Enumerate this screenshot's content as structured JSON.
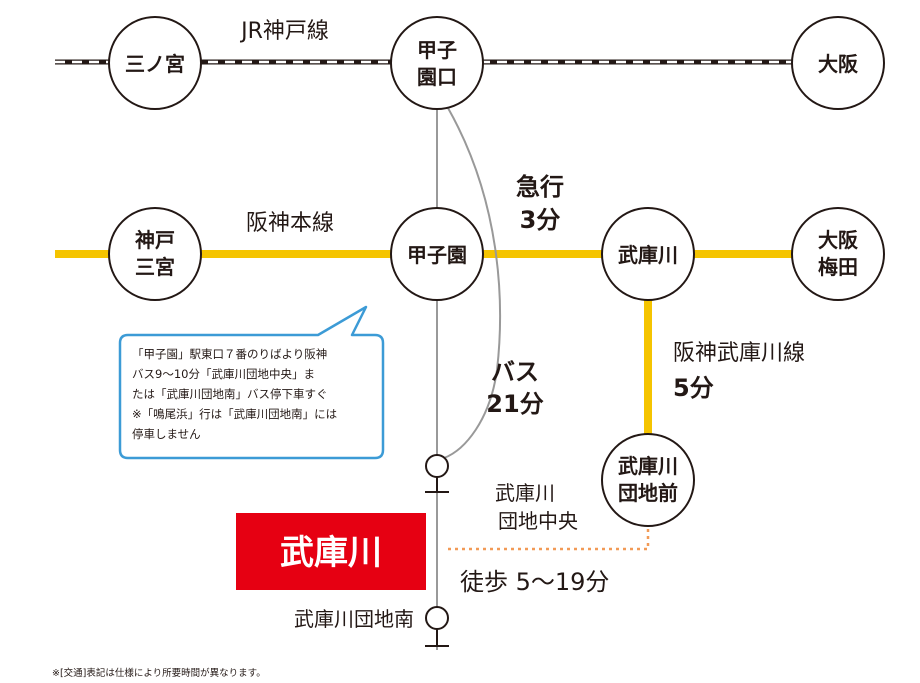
{
  "lines": {
    "jr": {
      "label": "JR神戸線"
    },
    "hanshin": {
      "label": "阪神本線"
    },
    "mukogawa": {
      "label": "阪神武庫川線",
      "time": "5分"
    },
    "express": {
      "label": "急行",
      "time": "3分"
    },
    "bus": {
      "label": "バス",
      "time": "21分"
    }
  },
  "stations": {
    "sannomiya": {
      "lines": [
        "三ノ宮"
      ]
    },
    "koshienguchi": {
      "lines": [
        "甲子",
        "園口"
      ]
    },
    "osaka": {
      "lines": [
        "大阪"
      ]
    },
    "kobe_sannomiya": {
      "lines": [
        "神戸",
        "三宮"
      ]
    },
    "koshien": {
      "lines": [
        "甲子園"
      ]
    },
    "mukogawa": {
      "lines": [
        "武庫川"
      ]
    },
    "osaka_umeda": {
      "lines": [
        "大阪",
        "梅田"
      ]
    },
    "mukogawa_danchimae": {
      "lines": [
        "武庫川",
        "団地前"
      ]
    }
  },
  "bus_stops": {
    "chuo": {
      "lines": [
        "武庫川",
        "団地中央"
      ]
    },
    "minami": {
      "label": "武庫川団地南"
    }
  },
  "destination": {
    "label": "武庫川"
  },
  "walk": {
    "label": "徒歩 5〜19分"
  },
  "note": {
    "lines": [
      "「甲子園」駅東口７番のりばより阪神",
      "バス9〜10分「武庫川団地中央」ま",
      "たは「武庫川団地南」バス停下車すぐ",
      "※「鳴尾浜」行は「武庫川団地南」には",
      "停車しません"
    ]
  },
  "footnote": {
    "label": "※[交通]表記は仕様により所要時間が異なります。"
  },
  "colors": {
    "hanshin_line": "#F5C400",
    "jr_line": "#231815",
    "destination_bg": "#E60012",
    "note_border": "#3C9BD6",
    "walk_path": "#F29A56",
    "bus_path": "#888888"
  }
}
